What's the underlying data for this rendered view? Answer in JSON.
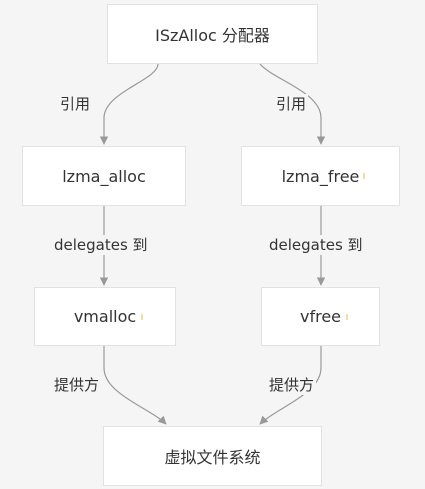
{
  "nodes": {
    "iszalloc": "ISzAlloc 分配器",
    "lzma_alloc": "lzma_alloc",
    "lzma_free": "lzma_free",
    "vmalloc": "vmalloc",
    "vfree": "vfree",
    "vfs": "虚拟文件系统"
  },
  "edges": {
    "ref_left": "引用",
    "ref_right": "引用",
    "delegates_left": "delegates 到",
    "delegates_right": "delegates 到",
    "provider_left": "提供方",
    "provider_right": "提供方"
  },
  "colors": {
    "background": "#f5f5f5",
    "node_fill": "#ffffff",
    "node_border": "#e2e2e2",
    "edge": "#999999",
    "text": "#333333"
  }
}
